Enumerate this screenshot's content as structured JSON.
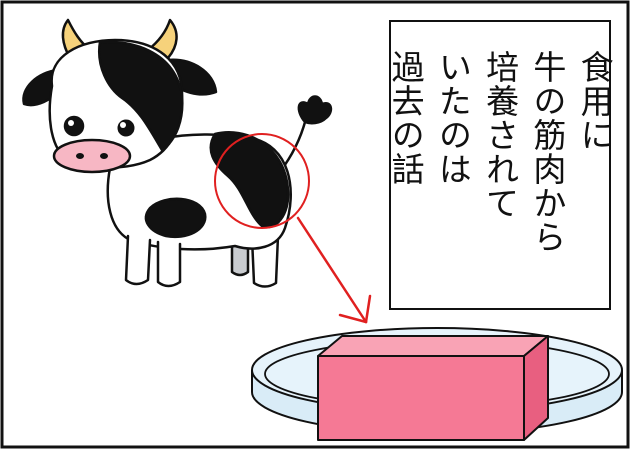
{
  "caption": {
    "lines": [
      "食用に",
      "牛の筋肉から",
      "培養されて",
      "いたのは",
      "過去の話"
    ]
  },
  "colors": {
    "border": "#111111",
    "highlight": "#e02020",
    "meat": "#f57995",
    "dish": "#d9ecf7",
    "cow_nose": "#f7b7c4",
    "cow_horn": "#f6d27b"
  },
  "icons": {
    "cow": "cow-illustration",
    "dish": "petri-dish",
    "meat": "cultured-meat-block"
  }
}
